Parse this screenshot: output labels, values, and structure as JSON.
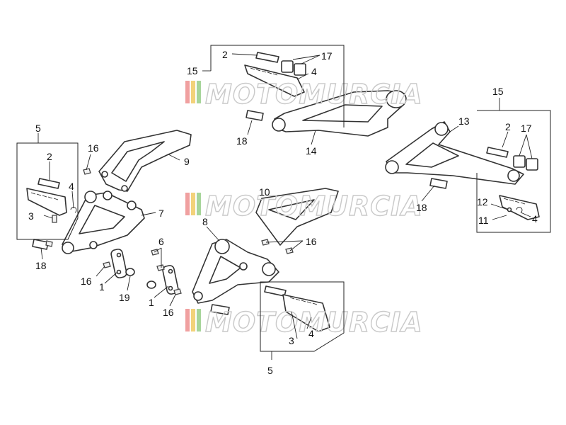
{
  "watermark": {
    "text": "MOTOMURCIA",
    "stripe_colors": [
      "#f0a0a0",
      "#f3d27a",
      "#a7d59a"
    ]
  },
  "callouts": {
    "top_group": {
      "n15": "15",
      "n2": "2",
      "n17": "17",
      "n4": "4",
      "n18": "18",
      "n14": "14"
    },
    "left_group": {
      "n5": "5",
      "n2": "2",
      "n4": "4",
      "n3": "3",
      "n16": "16",
      "n9": "9",
      "n7": "7",
      "n18": "18",
      "n6": "6",
      "n16b": "16",
      "n1": "1",
      "n19": "19",
      "n1b": "1",
      "n16c": "16"
    },
    "center_group": {
      "n10": "10",
      "n8": "8",
      "n16": "16",
      "n3": "3",
      "n5": "5",
      "n4": "4"
    },
    "right_group": {
      "n15": "15",
      "n13": "13",
      "n2": "2",
      "n17": "17",
      "n18": "18",
      "n12": "12",
      "n11": "11",
      "n4": "4"
    }
  }
}
